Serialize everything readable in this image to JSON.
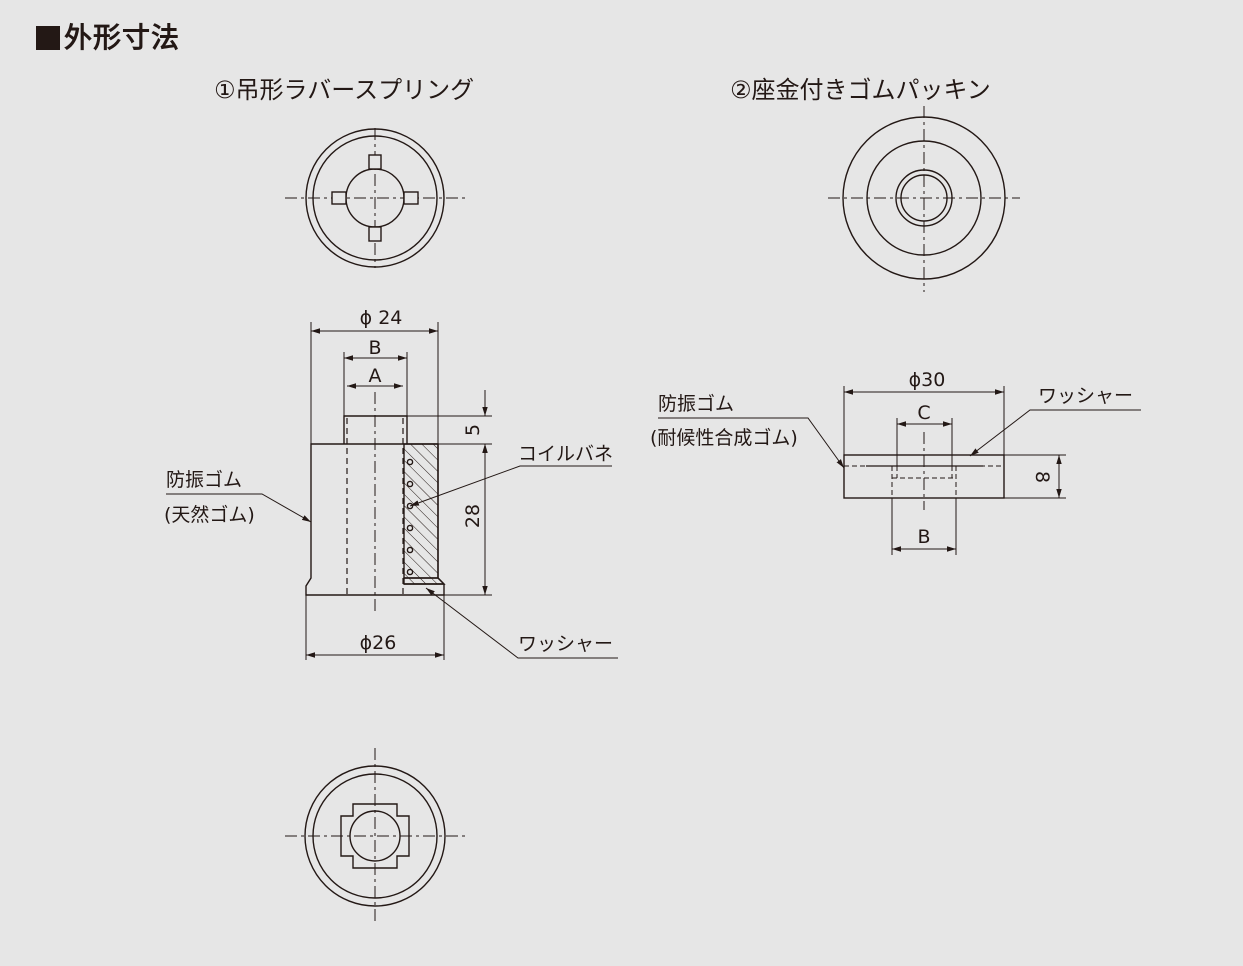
{
  "title": "■外形寸法",
  "diagram1": {
    "heading": "①吊形ラバースプリング",
    "dim_top": "ϕ 24",
    "dim_b": "B",
    "dim_a": "A",
    "dim_5": "5",
    "dim_28": "28",
    "dim_bottom": "ϕ26",
    "label_rubber": "防振ゴム",
    "label_rubber_sub": "(天然ゴム)",
    "label_coil": "コイルバネ",
    "label_washer": "ワッシャー"
  },
  "diagram2": {
    "heading": "②座金付きゴムパッキン",
    "dim_top": "ϕ30",
    "dim_c": "C",
    "dim_8": "8",
    "dim_b": "B",
    "label_rubber": "防振ゴム",
    "label_rubber_sub": "(耐候性合成ゴム)",
    "label_washer": "ワッシャー"
  }
}
